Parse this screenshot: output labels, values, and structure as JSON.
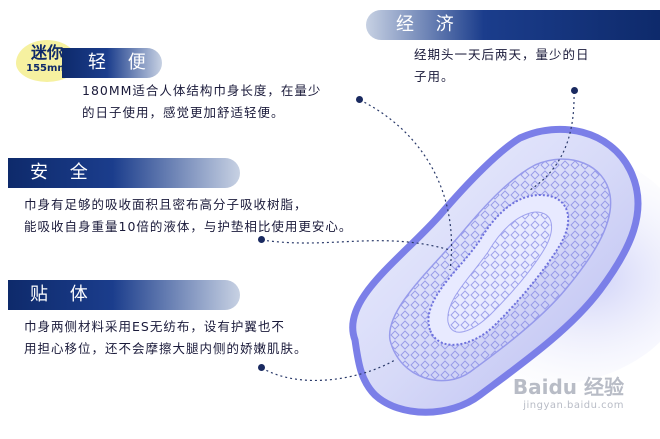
{
  "badge": {
    "title": "迷你",
    "size": "155mm"
  },
  "features": [
    {
      "heading": "轻 便",
      "text_lines": [
        "180MM适合人体结构巾身长度，在量少",
        "的日子使用，感觉更加舒适轻便。"
      ]
    },
    {
      "heading": "安 全",
      "text_lines": [
        "巾身有足够的吸收面积且密布高分子吸收树脂，",
        "能吸收自身重量10倍的液体，与护垫相比使用更安心。"
      ]
    },
    {
      "heading": "贴 体",
      "text_lines": [
        "巾身两侧材料采用ES无纺布，设有护翼也不",
        "用担心移位，还不会摩擦大腿内侧的娇嫩肌肤。"
      ]
    },
    {
      "heading": "经 济",
      "text_lines": [
        "经期头一天后两天，量少的日",
        "子用。"
      ]
    }
  ],
  "watermark": {
    "main": "Baidu 经验",
    "sub": "jingyan.baidu.com"
  },
  "colors": {
    "banner_dark": "#0e2a6b",
    "pad_blue": "#6f73e6",
    "badge_yellow": "#f6f1a0"
  }
}
